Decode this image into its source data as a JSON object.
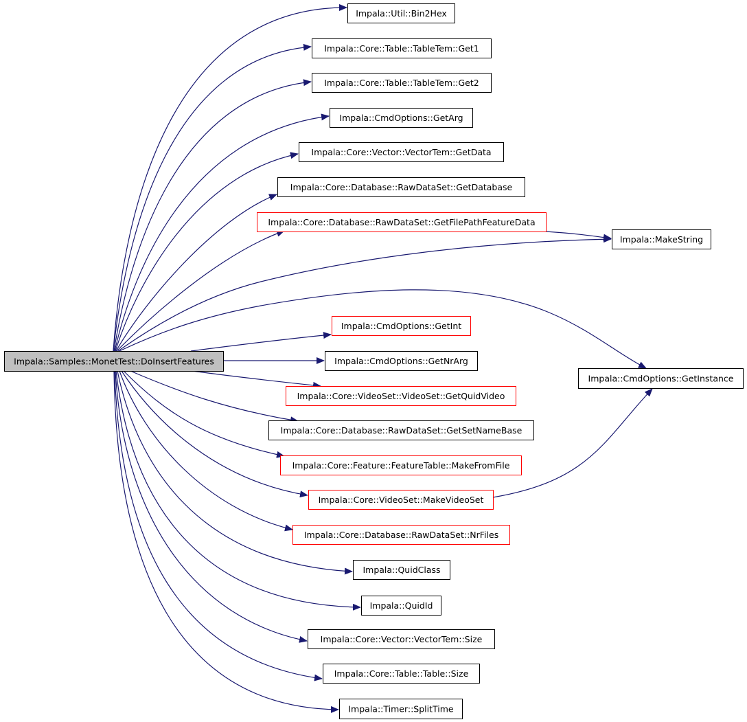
{
  "colors": {
    "edge": "#191970",
    "border_default": "#000000",
    "border_highlight": "#ff0000",
    "root_fill": "#bfbfbf",
    "node_fill": "#ffffff",
    "background": "#ffffff"
  },
  "nodes": [
    {
      "id": "root",
      "label": "Impala::Samples::MonetTest::DoInsertFeatures",
      "style": "root"
    },
    {
      "id": "bin2hex",
      "label": "Impala::Util::Bin2Hex",
      "style": "black"
    },
    {
      "id": "get1",
      "label": "Impala::Core::Table::TableTem::Get1",
      "style": "black"
    },
    {
      "id": "get2",
      "label": "Impala::Core::Table::TableTem::Get2",
      "style": "black"
    },
    {
      "id": "getarg",
      "label": "Impala::CmdOptions::GetArg",
      "style": "black"
    },
    {
      "id": "getdata",
      "label": "Impala::Core::Vector::VectorTem::GetData",
      "style": "black"
    },
    {
      "id": "getdatabase",
      "label": "Impala::Core::Database::RawDataSet::GetDatabase",
      "style": "black"
    },
    {
      "id": "getfilepath",
      "label": "Impala::Core::Database::RawDataSet::GetFilePathFeatureData",
      "style": "red"
    },
    {
      "id": "makestring",
      "label": "Impala::MakeString",
      "style": "black"
    },
    {
      "id": "getint",
      "label": "Impala::CmdOptions::GetInt",
      "style": "red"
    },
    {
      "id": "getnrarg",
      "label": "Impala::CmdOptions::GetNrArg",
      "style": "black"
    },
    {
      "id": "getinstance",
      "label": "Impala::CmdOptions::GetInstance",
      "style": "black"
    },
    {
      "id": "getquidvideo",
      "label": "Impala::Core::VideoSet::VideoSet::GetQuidVideo",
      "style": "red"
    },
    {
      "id": "getsetnamebase",
      "label": "Impala::Core::Database::RawDataSet::GetSetNameBase",
      "style": "black"
    },
    {
      "id": "makefromfile",
      "label": "Impala::Core::Feature::FeatureTable::MakeFromFile",
      "style": "red"
    },
    {
      "id": "makevideoset",
      "label": "Impala::Core::VideoSet::MakeVideoSet",
      "style": "red"
    },
    {
      "id": "nrfiles",
      "label": "Impala::Core::Database::RawDataSet::NrFiles",
      "style": "red"
    },
    {
      "id": "quidclass",
      "label": "Impala::QuidClass",
      "style": "black"
    },
    {
      "id": "quidid",
      "label": "Impala::QuidId",
      "style": "black"
    },
    {
      "id": "vsize",
      "label": "Impala::Core::Vector::VectorTem::Size",
      "style": "black"
    },
    {
      "id": "tsize",
      "label": "Impala::Core::Table::Table::Size",
      "style": "black"
    },
    {
      "id": "splittime",
      "label": "Impala::Timer::SplitTime",
      "style": "black"
    }
  ],
  "edges": [
    {
      "from": "root",
      "to": "bin2hex"
    },
    {
      "from": "root",
      "to": "get1"
    },
    {
      "from": "root",
      "to": "get2"
    },
    {
      "from": "root",
      "to": "getarg"
    },
    {
      "from": "root",
      "to": "getdata"
    },
    {
      "from": "root",
      "to": "getdatabase"
    },
    {
      "from": "root",
      "to": "getfilepath"
    },
    {
      "from": "root",
      "to": "makestring"
    },
    {
      "from": "root",
      "to": "getinstance"
    },
    {
      "from": "root",
      "to": "getint"
    },
    {
      "from": "root",
      "to": "getnrarg"
    },
    {
      "from": "root",
      "to": "getquidvideo"
    },
    {
      "from": "root",
      "to": "getsetnamebase"
    },
    {
      "from": "root",
      "to": "makefromfile"
    },
    {
      "from": "root",
      "to": "makevideoset"
    },
    {
      "from": "root",
      "to": "nrfiles"
    },
    {
      "from": "root",
      "to": "quidclass"
    },
    {
      "from": "root",
      "to": "quidid"
    },
    {
      "from": "root",
      "to": "vsize"
    },
    {
      "from": "root",
      "to": "tsize"
    },
    {
      "from": "root",
      "to": "splittime"
    },
    {
      "from": "getfilepath",
      "to": "makestring"
    },
    {
      "from": "makevideoset",
      "to": "getinstance"
    }
  ]
}
